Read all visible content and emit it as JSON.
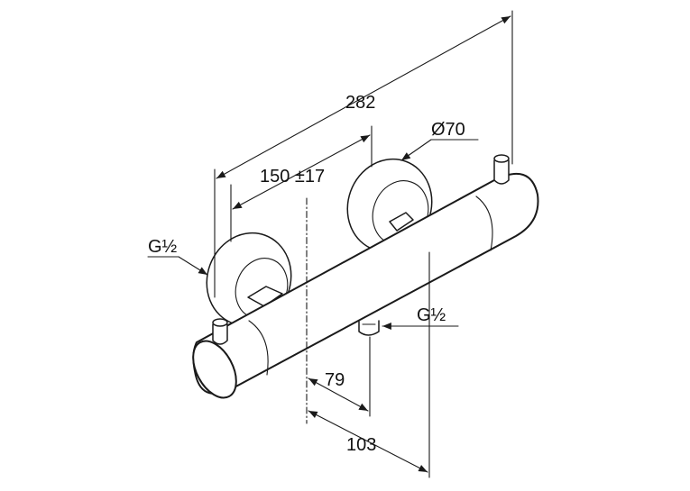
{
  "dimensions": {
    "overall_length": "282",
    "inlet_spacing": "150 ±17",
    "escutcheon_diameter": "Ø70",
    "inlet_thread": "G½",
    "outlet_thread": "G½",
    "outlet_offset_inner": "79",
    "outlet_offset_outer": "103"
  },
  "colors": {
    "line": "#1a1a1a",
    "background": "#ffffff"
  }
}
